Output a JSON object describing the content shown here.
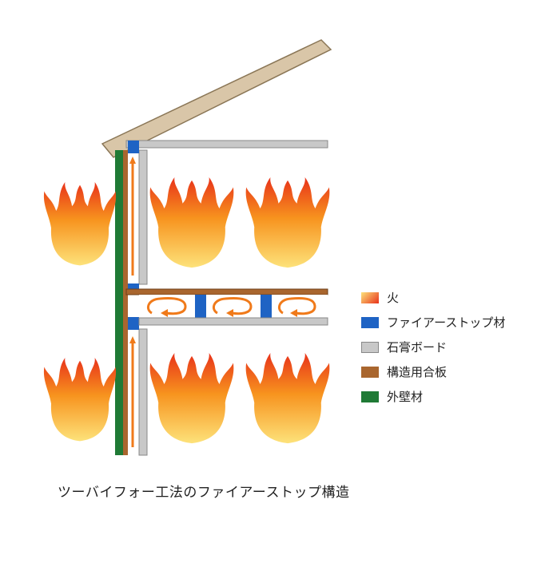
{
  "legend": {
    "items": [
      {
        "id": "fire",
        "label": "火",
        "color": "#f07a1a"
      },
      {
        "id": "fire-stop",
        "label": "ファイアーストップ材",
        "color": "#1e63c4"
      },
      {
        "id": "gypsum",
        "label": "石膏ボード",
        "color": "#c8c8c8"
      },
      {
        "id": "plywood",
        "label": "構造用合板",
        "color": "#a9662e"
      },
      {
        "id": "exterior",
        "label": "外壁材",
        "color": "#1f7a35"
      }
    ]
  },
  "caption": "ツーバイフォー工法のファイアーストップ構造"
}
